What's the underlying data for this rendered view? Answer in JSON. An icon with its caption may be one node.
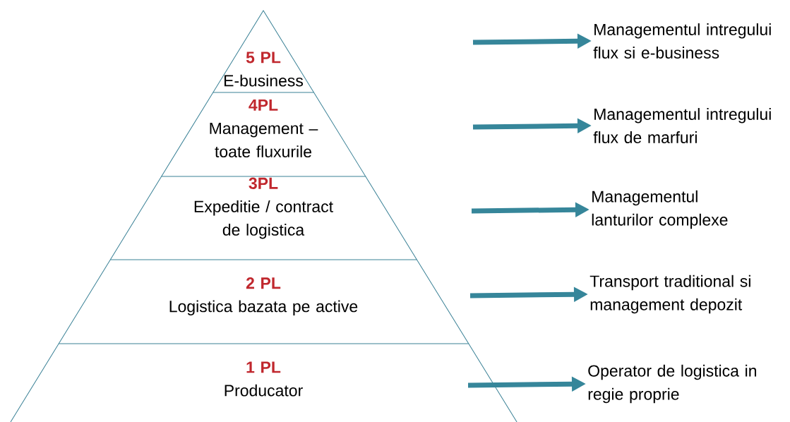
{
  "diagram": {
    "nodes": [
      {
        "text": [
          "5 PL",
          "E-business"
        ]
      },
      {
        "text": [
          "4PL",
          "Management – toate fluxurile"
        ]
      },
      {
        "text": [
          "3PL",
          "Expeditie / contract de logistica"
        ]
      },
      {
        "text": [
          "2 PL",
          "Logistica bazata pe active"
        ]
      },
      {
        "text": [
          "1 PL",
          "Producator"
        ]
      },
      {
        "text": [
          "Managementul intregului flux si e-business"
        ]
      },
      {
        "text": [
          "Managementul intregului flux de marfuri"
        ]
      },
      {
        "text": [
          "Managementul lanturilor complexe"
        ]
      },
      {
        "text": [
          "Transport traditional si management depozit"
        ]
      },
      {
        "text": [
          "Operator de logistica in regie proprie"
        ]
      }
    ],
    "edges": [
      {
        "from": null,
        "to": 5,
        "arrow": "to"
      },
      {
        "from": null,
        "to": 6,
        "arrow": "to"
      },
      {
        "from": null,
        "to": 7,
        "arrow": "to"
      },
      {
        "from": 3,
        "to": 8,
        "arrow": "to"
      },
      {
        "from": 4,
        "to": 9,
        "arrow": "to"
      }
    ]
  }
}
